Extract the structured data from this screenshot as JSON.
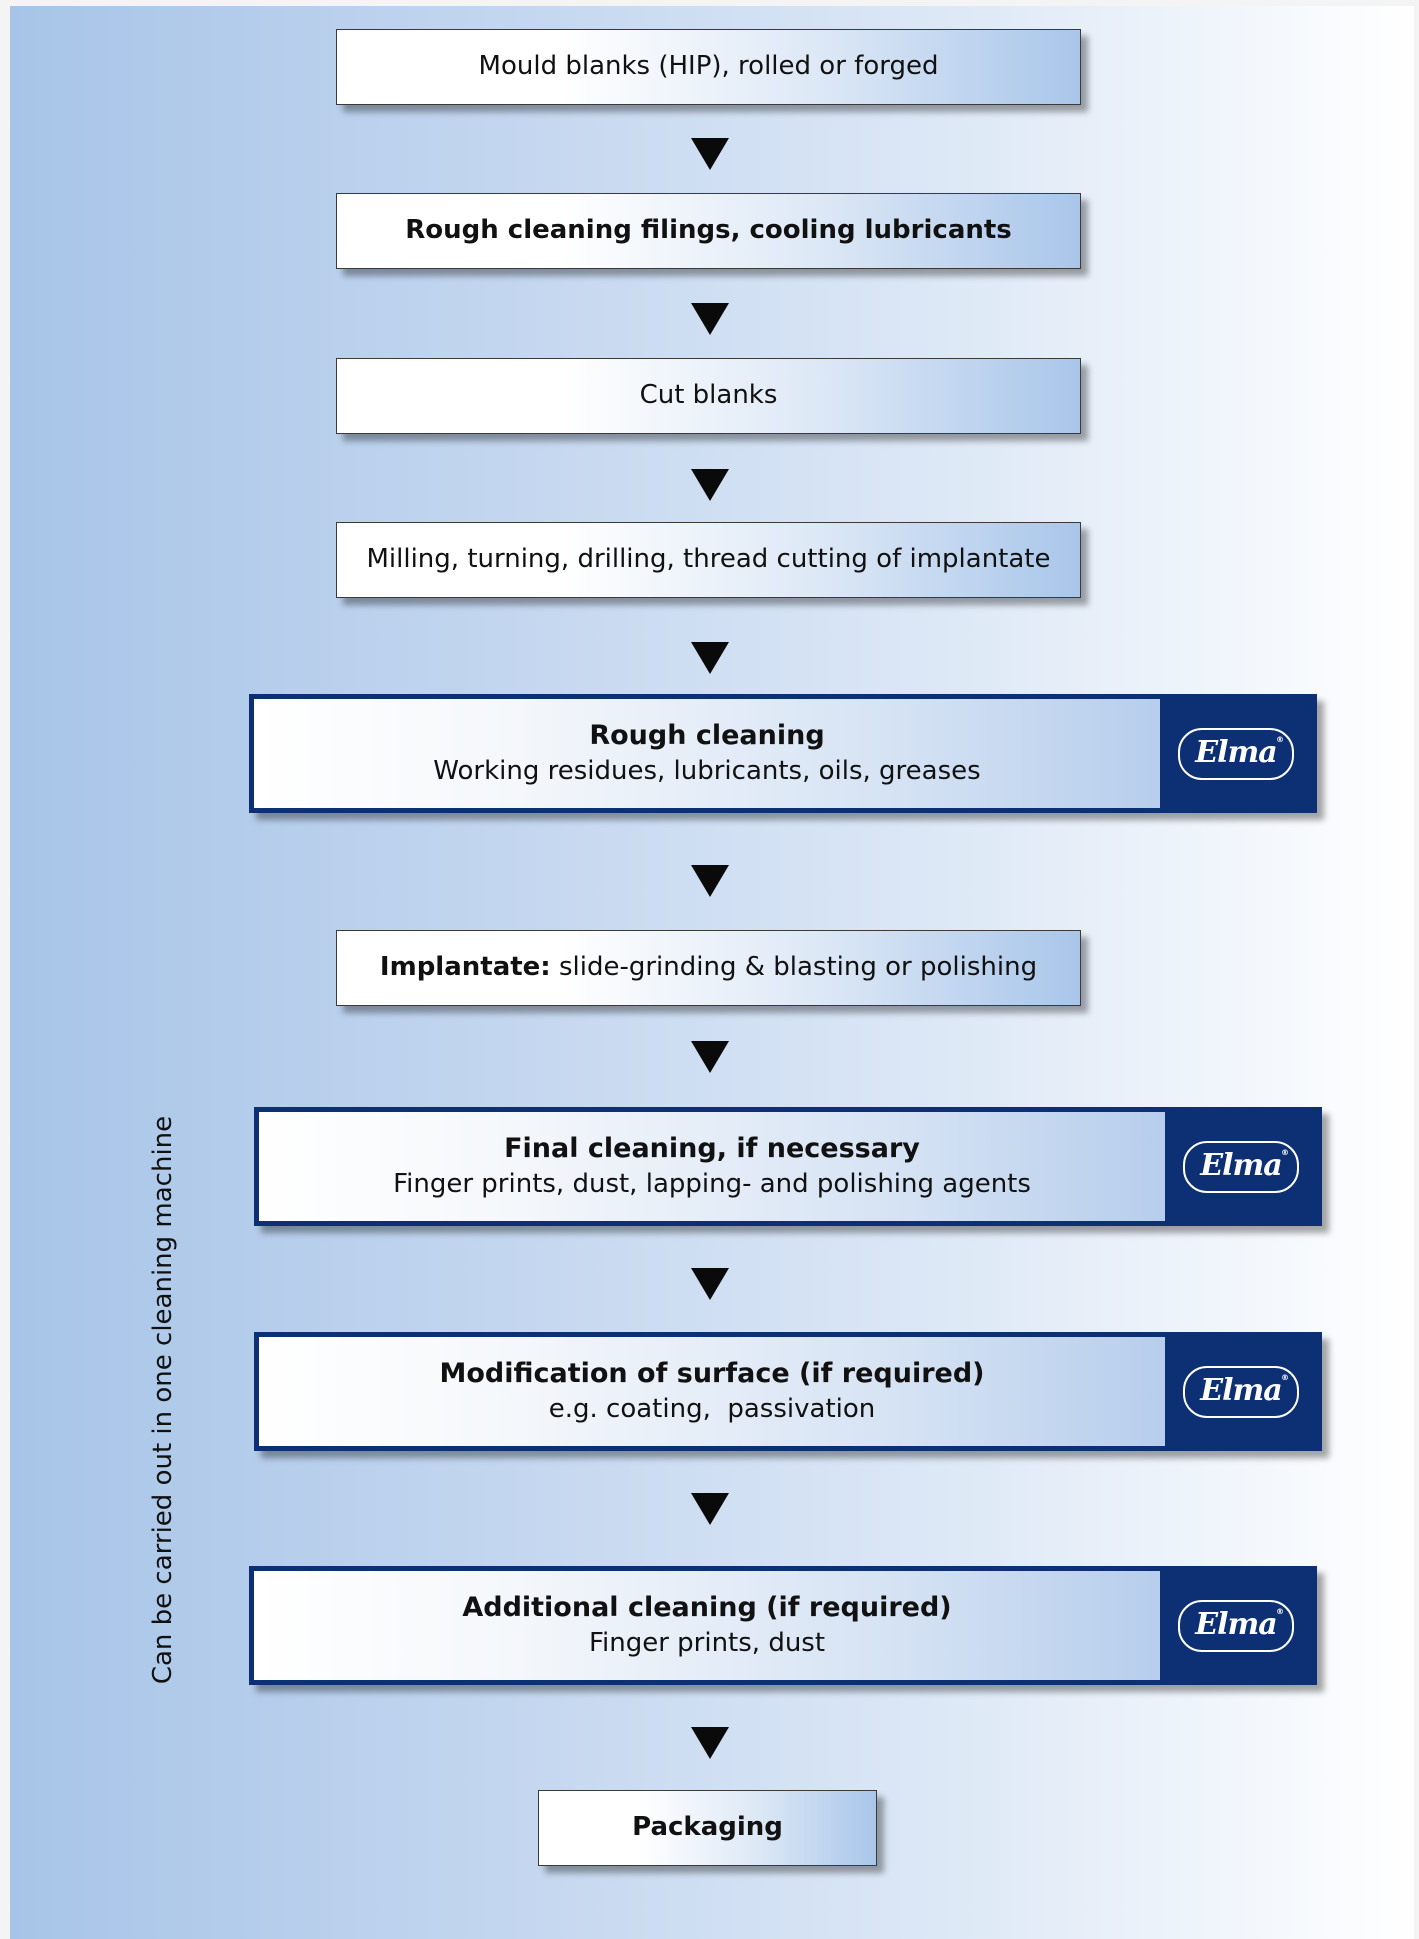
{
  "side_label": "Can be carried out in one cleaning machine",
  "steps": {
    "s1": "Mould blanks (HIP), rolled or forged",
    "s2": "Rough cleaning  filings,  cooling lubricants",
    "s3": "Cut blanks",
    "s4": "Milling, turning, drilling, thread cutting of implantate",
    "s5": {
      "title": "Rough cleaning",
      "detail": "Working residues, lubricants, oils, greases"
    },
    "s6": {
      "bold": "Implantate:",
      "rest": " slide-grinding & blasting or polishing"
    },
    "s7": {
      "title": "Final cleaning, if necessary",
      "detail": "Finger prints, dust, lapping- and polishing agents"
    },
    "s8": {
      "title": "Modification of surface (if required)",
      "detail": "e.g. coating,  passivation"
    },
    "s9": {
      "title": "Additional cleaning (if required)",
      "detail": "Finger prints, dust"
    },
    "s10": "Packaging"
  },
  "logo_text": "Elma",
  "logo_mark": "®",
  "colors": {
    "navy": "#0d2f73",
    "panel_left": "#a7c4e8",
    "arrow": "#0a0a0a"
  },
  "icons": {
    "arrow": "down-triangle-icon",
    "logo": "elma-logo-icon"
  }
}
